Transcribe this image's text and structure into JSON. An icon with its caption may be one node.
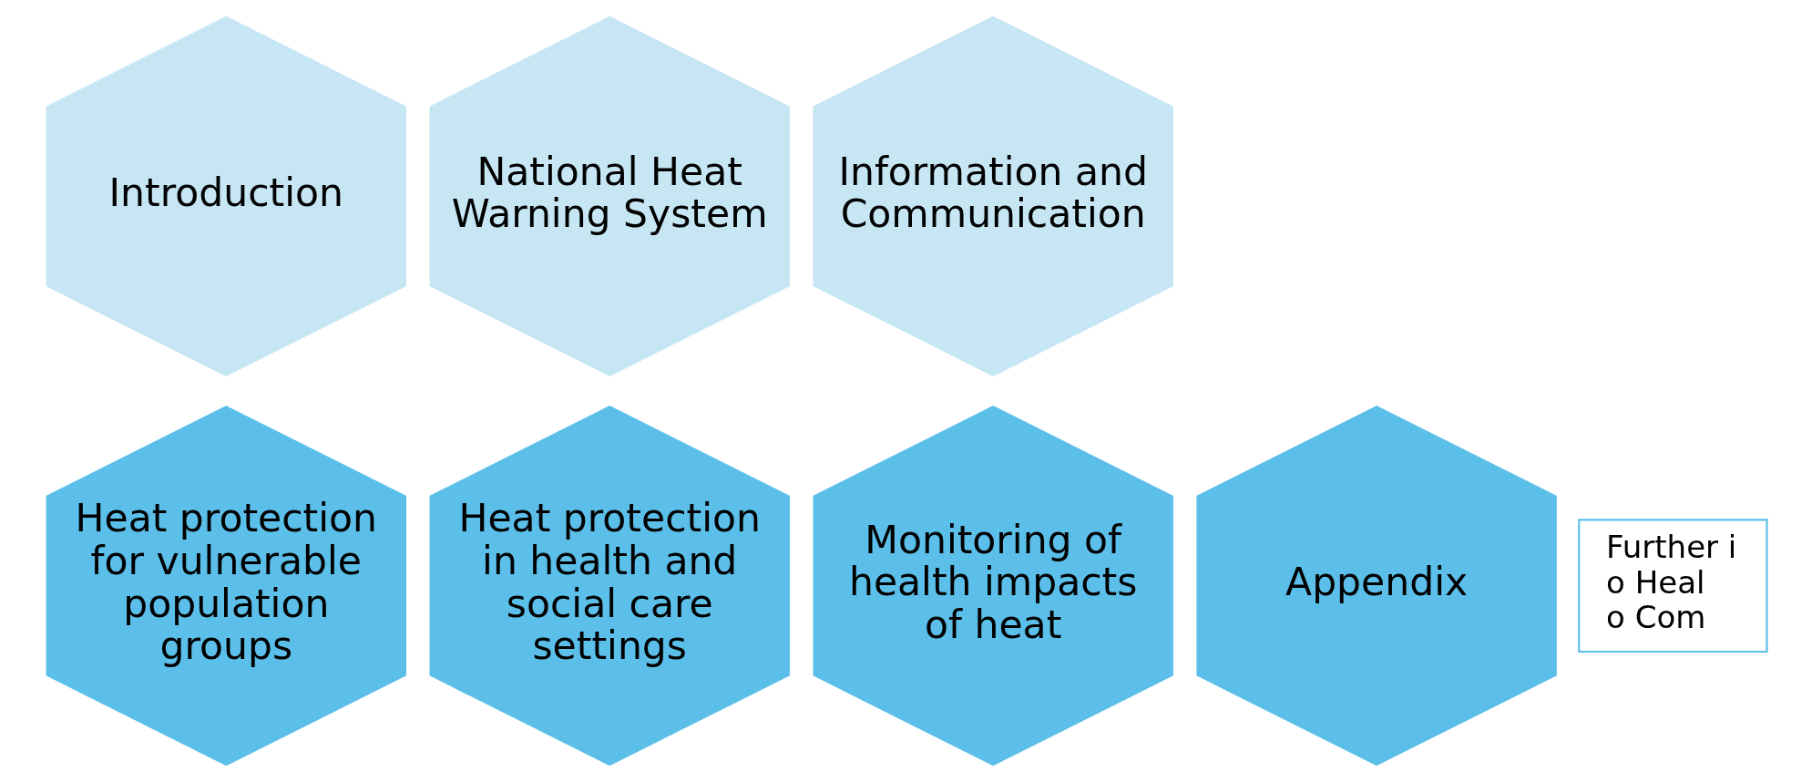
{
  "diagram": {
    "nodes": [
      {
        "text": [
          "Introduction"
        ]
      },
      {
        "text": [
          "National Heat Warning System"
        ]
      },
      {
        "text": [
          "Information and Communication"
        ]
      },
      {
        "text": [
          "Heat protection for vulnerable population groups"
        ]
      },
      {
        "text": [
          "Heat protection in health and social care settings"
        ]
      },
      {
        "text": [
          "Monitoring of health impacts of heat"
        ]
      },
      {
        "text": [
          "Appendix"
        ]
      }
    ],
    "edges": [],
    "labels": [
      "Further i",
      "o Heal",
      "o Com"
    ]
  }
}
